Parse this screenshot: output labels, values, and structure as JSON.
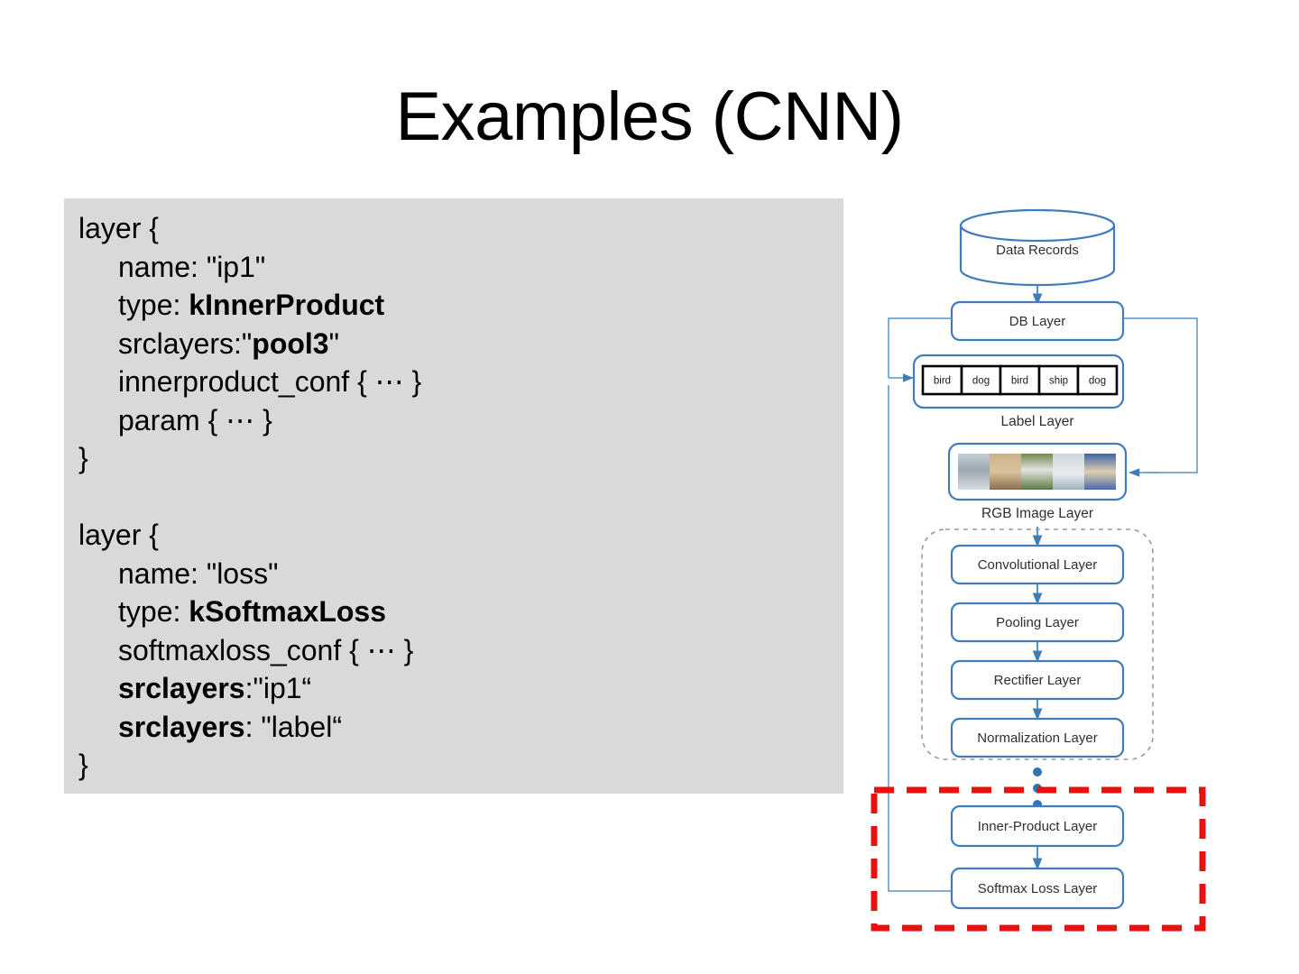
{
  "slide": {
    "title": "Examples (CNN)"
  },
  "code_panel": {
    "background": "#d9d9d9",
    "blocks": [
      {
        "lines": [
          {
            "indent": false,
            "segments": [
              {
                "text": "layer {",
                "bold": false
              }
            ]
          },
          {
            "indent": true,
            "segments": [
              {
                "text": "name: \"ip1\"",
                "bold": false
              }
            ]
          },
          {
            "indent": true,
            "segments": [
              {
                "text": "type: ",
                "bold": false
              },
              {
                "text": "kInnerProduct",
                "bold": true
              }
            ]
          },
          {
            "indent": true,
            "segments": [
              {
                "text": "srclayers:\"",
                "bold": false
              },
              {
                "text": "pool3",
                "bold": true
              },
              {
                "text": "\"",
                "bold": false
              }
            ]
          },
          {
            "indent": true,
            "segments": [
              {
                "text": "innerproduct_conf { ⋯ }",
                "bold": false
              }
            ]
          },
          {
            "indent": true,
            "segments": [
              {
                "text": "param { ⋯ }",
                "bold": false
              }
            ]
          },
          {
            "indent": false,
            "segments": [
              {
                "text": "}",
                "bold": false
              }
            ]
          }
        ]
      },
      {
        "lines": [
          {
            "indent": false,
            "segments": [
              {
                "text": "layer {",
                "bold": false
              }
            ]
          },
          {
            "indent": true,
            "segments": [
              {
                "text": "name: \"loss\"",
                "bold": false
              }
            ]
          },
          {
            "indent": true,
            "segments": [
              {
                "text": "type: ",
                "bold": false
              },
              {
                "text": "kSoftmaxLoss",
                "bold": true
              }
            ]
          },
          {
            "indent": true,
            "segments": [
              {
                "text": "softmaxloss_conf { ⋯ }",
                "bold": false
              }
            ]
          },
          {
            "indent": true,
            "segments": [
              {
                "text": "srclayers",
                "bold": true
              },
              {
                "text": ":\"ip1“",
                "bold": false
              }
            ]
          },
          {
            "indent": true,
            "segments": [
              {
                "text": "srclayers",
                "bold": true
              },
              {
                "text": ": \"label“",
                "bold": false
              }
            ]
          },
          {
            "indent": false,
            "segments": [
              {
                "text": "}",
                "bold": false
              }
            ]
          }
        ]
      }
    ]
  },
  "diagram": {
    "colors": {
      "node_border": "#3f7cbc",
      "node_fill": "#ffffff",
      "connector": "#5b93c6",
      "group_dashed": "#9a9a9a",
      "highlight_dashed": "#e8110f",
      "dot": "#2e75b6",
      "cell_border": "#000000"
    },
    "datastore": {
      "label": "Data Records"
    },
    "nodes": [
      {
        "id": "db-layer",
        "label": "DB Layer"
      },
      {
        "id": "convolutional-layer",
        "label": "Convolutional Layer"
      },
      {
        "id": "pooling-layer",
        "label": "Pooling Layer"
      },
      {
        "id": "rectifier-layer",
        "label": "Rectifier Layer"
      },
      {
        "id": "normalization-layer",
        "label": "Normalization Layer"
      },
      {
        "id": "inner-product-layer",
        "label": "Inner-Product Layer"
      },
      {
        "id": "softmax-loss-layer",
        "label": "Softmax Loss Layer"
      }
    ],
    "label_layer": {
      "caption": "Label Layer",
      "cells": [
        "bird",
        "dog",
        "bird",
        "ship",
        "dog"
      ]
    },
    "rgb_image_layer": {
      "caption": "RGB Image Layer",
      "thumbnails": [
        "bird",
        "dog",
        "bird",
        "ship",
        "dog"
      ]
    },
    "groups": {
      "feature_group_style": "dashed-grey",
      "highlight_group_style": "dashed-red"
    },
    "ellipsis_dots": 3
  }
}
